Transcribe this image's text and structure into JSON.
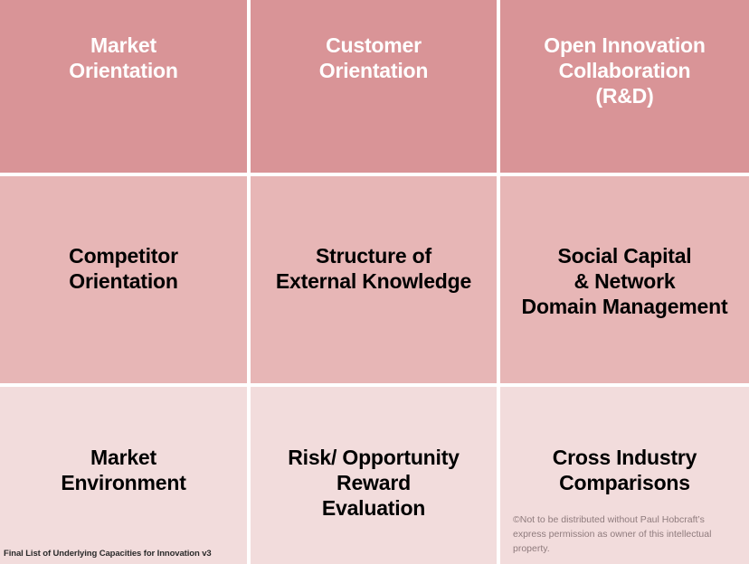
{
  "document": {
    "title": "Final List of Underlying Capacities for Innovation  v3",
    "footnote": "Final List of Underlying Capacities for Innovation  v3",
    "copyright": "©Not to be distributed without Paul Hobcraft’s express permission as owner of this intellectual property."
  },
  "colors": {
    "row1_fill": "#d99497",
    "row2_fill": "#e7b6b6",
    "row3_fill": "#f2dcdc",
    "row1_text": "#ffffff",
    "row2_text": "#000000",
    "row3_text": "#000000",
    "gridline": "#ffffff",
    "copyright_text": "#8f7b7d"
  },
  "grid": {
    "rows": 3,
    "columns": 3,
    "cells": [
      {
        "row": 1,
        "col": 1,
        "label": "Market\nOrientation"
      },
      {
        "row": 1,
        "col": 2,
        "label": "Customer\nOrientation"
      },
      {
        "row": 1,
        "col": 3,
        "label": "Open Innovation\nCollaboration\n(R&D)"
      },
      {
        "row": 2,
        "col": 1,
        "label": "Competitor\nOrientation"
      },
      {
        "row": 2,
        "col": 2,
        "label": "Structure of\nExternal Knowledge"
      },
      {
        "row": 2,
        "col": 3,
        "label": "Social Capital\n& Network\nDomain Management"
      },
      {
        "row": 3,
        "col": 1,
        "label": "Market\nEnvironment"
      },
      {
        "row": 3,
        "col": 2,
        "label": "Risk/ Opportunity\nReward\nEvaluation"
      },
      {
        "row": 3,
        "col": 3,
        "label": "Cross Industry\nComparisons"
      }
    ]
  }
}
